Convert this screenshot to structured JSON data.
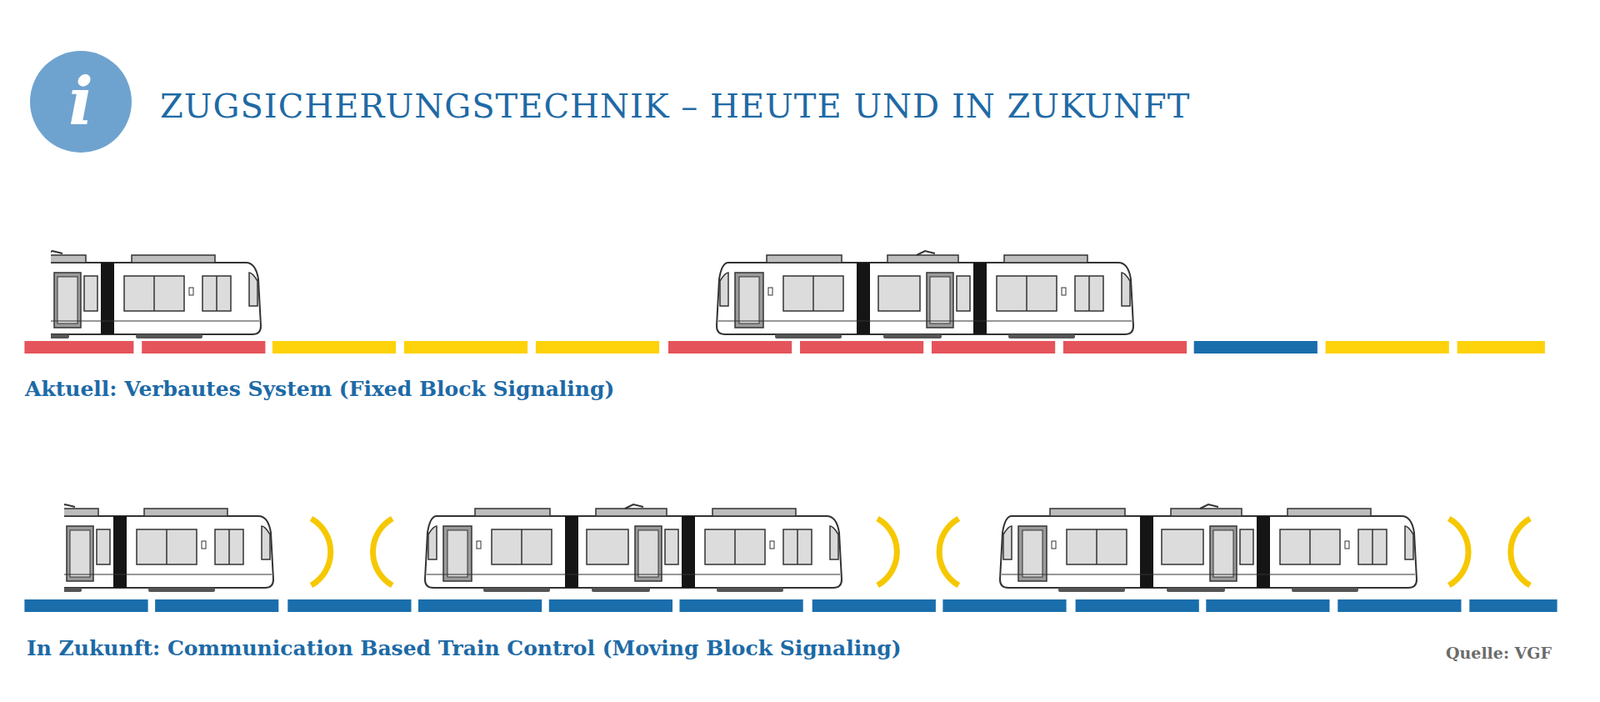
{
  "diagram": {
    "title": "ZUGSICHERUNGSTECHNIK – HEUTE UND IN ZUKUNFT",
    "nodes": [
      {
        "text": [
          "i"
        ]
      }
    ],
    "labels": [
      "Aktuell: Verbautes System (Fixed Block Signaling)",
      "In Zukunft: Communication Based Train Control (Moving Block Signaling)",
      "Quelle: VGF"
    ]
  }
}
